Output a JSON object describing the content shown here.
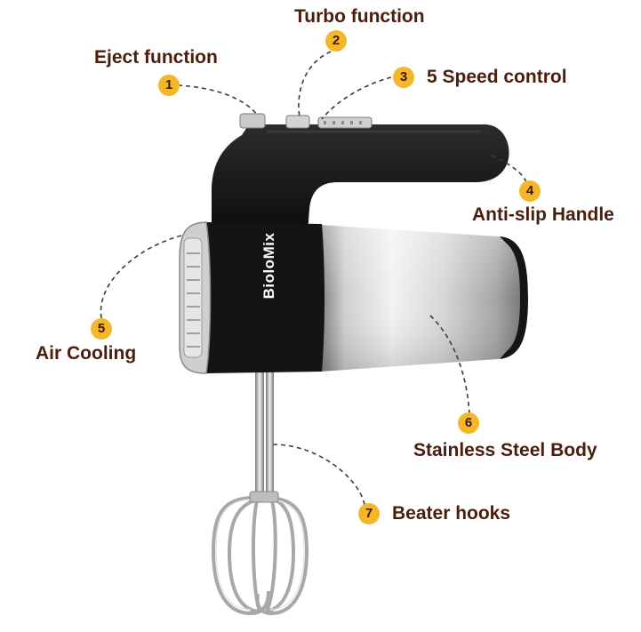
{
  "colors": {
    "badge": "#f5b628",
    "label_text": "#4a1d0c",
    "body_black": "#141414",
    "steel_light": "#e9e9e9",
    "steel_dark": "#8e8e8e"
  },
  "product": {
    "brand": "BioloMix"
  },
  "callouts": [
    {
      "number": "1",
      "label": "Eject function"
    },
    {
      "number": "2",
      "label": "Turbo function"
    },
    {
      "number": "3",
      "label": "5 Speed control"
    },
    {
      "number": "4",
      "label": "Anti-slip Handle"
    },
    {
      "number": "5",
      "label": "Air Cooling"
    },
    {
      "number": "6",
      "label": "Stainless Steel Body"
    },
    {
      "number": "7",
      "label": "Beater hooks"
    }
  ]
}
